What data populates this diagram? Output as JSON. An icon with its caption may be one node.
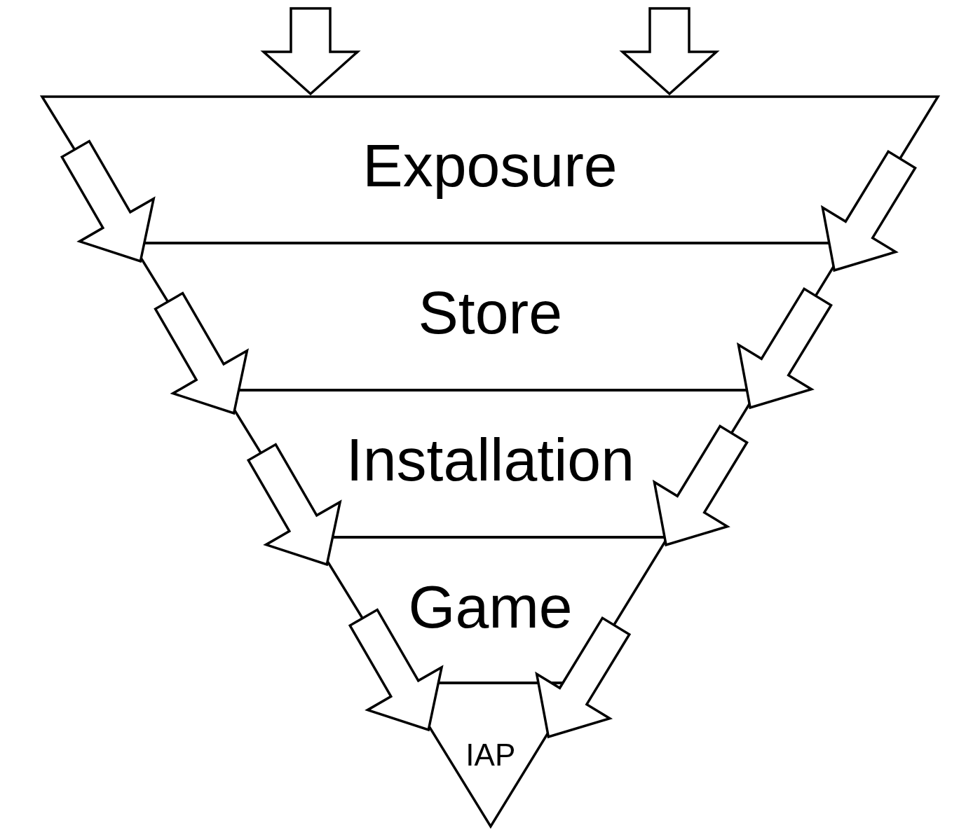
{
  "diagram": {
    "nodes": [
      {
        "text": [
          "Exposure"
        ]
      },
      {
        "text": [
          "Store"
        ]
      },
      {
        "text": [
          "Installation"
        ]
      },
      {
        "text": [
          "Game"
        ]
      },
      {
        "text": [
          "IAP"
        ]
      }
    ],
    "edges": [
      {
        "from": null,
        "to": 0,
        "arrow": "to"
      },
      {
        "from": null,
        "to": 0,
        "arrow": "to"
      },
      {
        "from": null,
        "to": 1,
        "arrow": "to"
      },
      {
        "from": null,
        "to": 2,
        "arrow": "to"
      },
      {
        "from": null,
        "to": 3,
        "arrow": "to"
      },
      {
        "from": null,
        "to": 4,
        "arrow": "to"
      },
      {
        "from": null,
        "to": 1,
        "arrow": "to"
      },
      {
        "from": null,
        "to": 2,
        "arrow": "to"
      },
      {
        "from": null,
        "to": 3,
        "arrow": "to"
      },
      {
        "from": null,
        "to": 4,
        "arrow": "to"
      }
    ]
  }
}
